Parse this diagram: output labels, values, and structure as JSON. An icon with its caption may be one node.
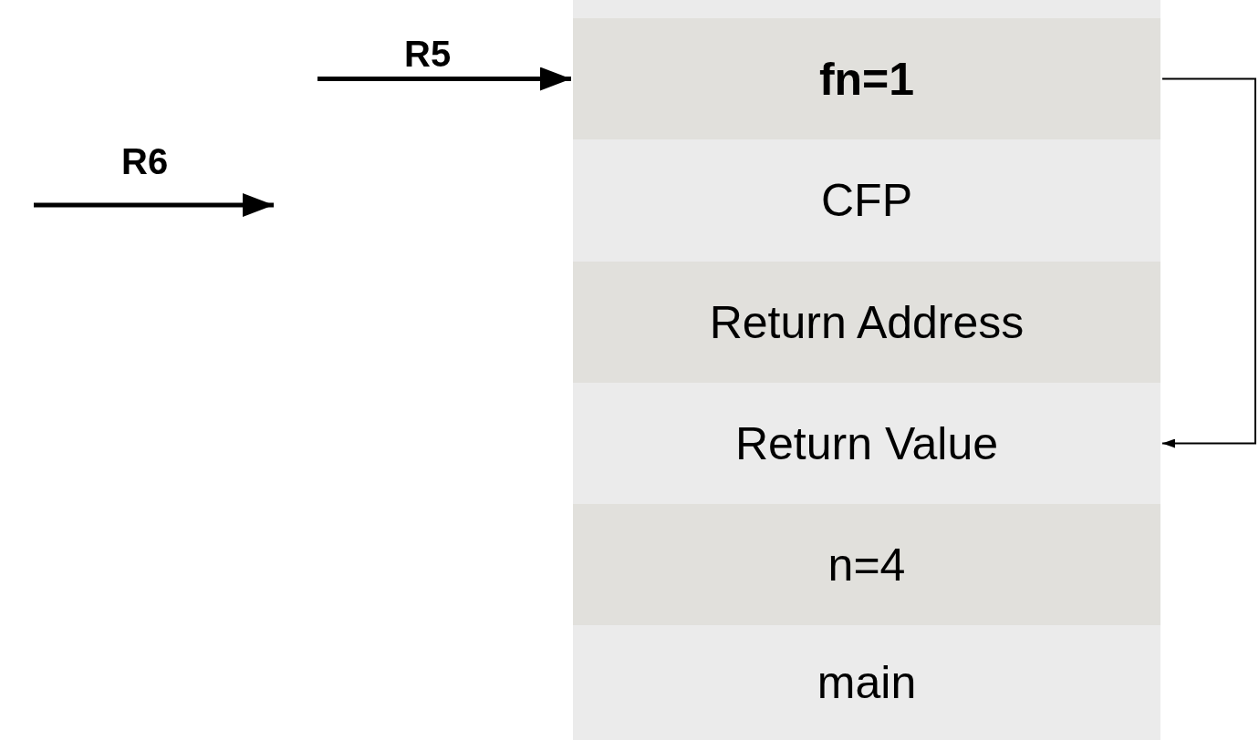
{
  "diagram": {
    "nodes": [
      {
        "text": [],
        "shape": "box"
      },
      {
        "text": [
          "fn=1"
        ]
      },
      {
        "text": [
          "CFP"
        ]
      },
      {
        "text": [
          "Return Address"
        ]
      },
      {
        "text": [
          "Return Value"
        ]
      },
      {
        "text": [
          "n=4"
        ]
      },
      {
        "text": [
          "main"
        ]
      }
    ],
    "edges": [
      {
        "from": null,
        "to": 1,
        "arrow": "to",
        "label": "R5",
        "style": "thick"
      },
      {
        "from": 1,
        "to": 4,
        "arrow": "to"
      }
    ],
    "labels": [
      "R6"
    ]
  }
}
